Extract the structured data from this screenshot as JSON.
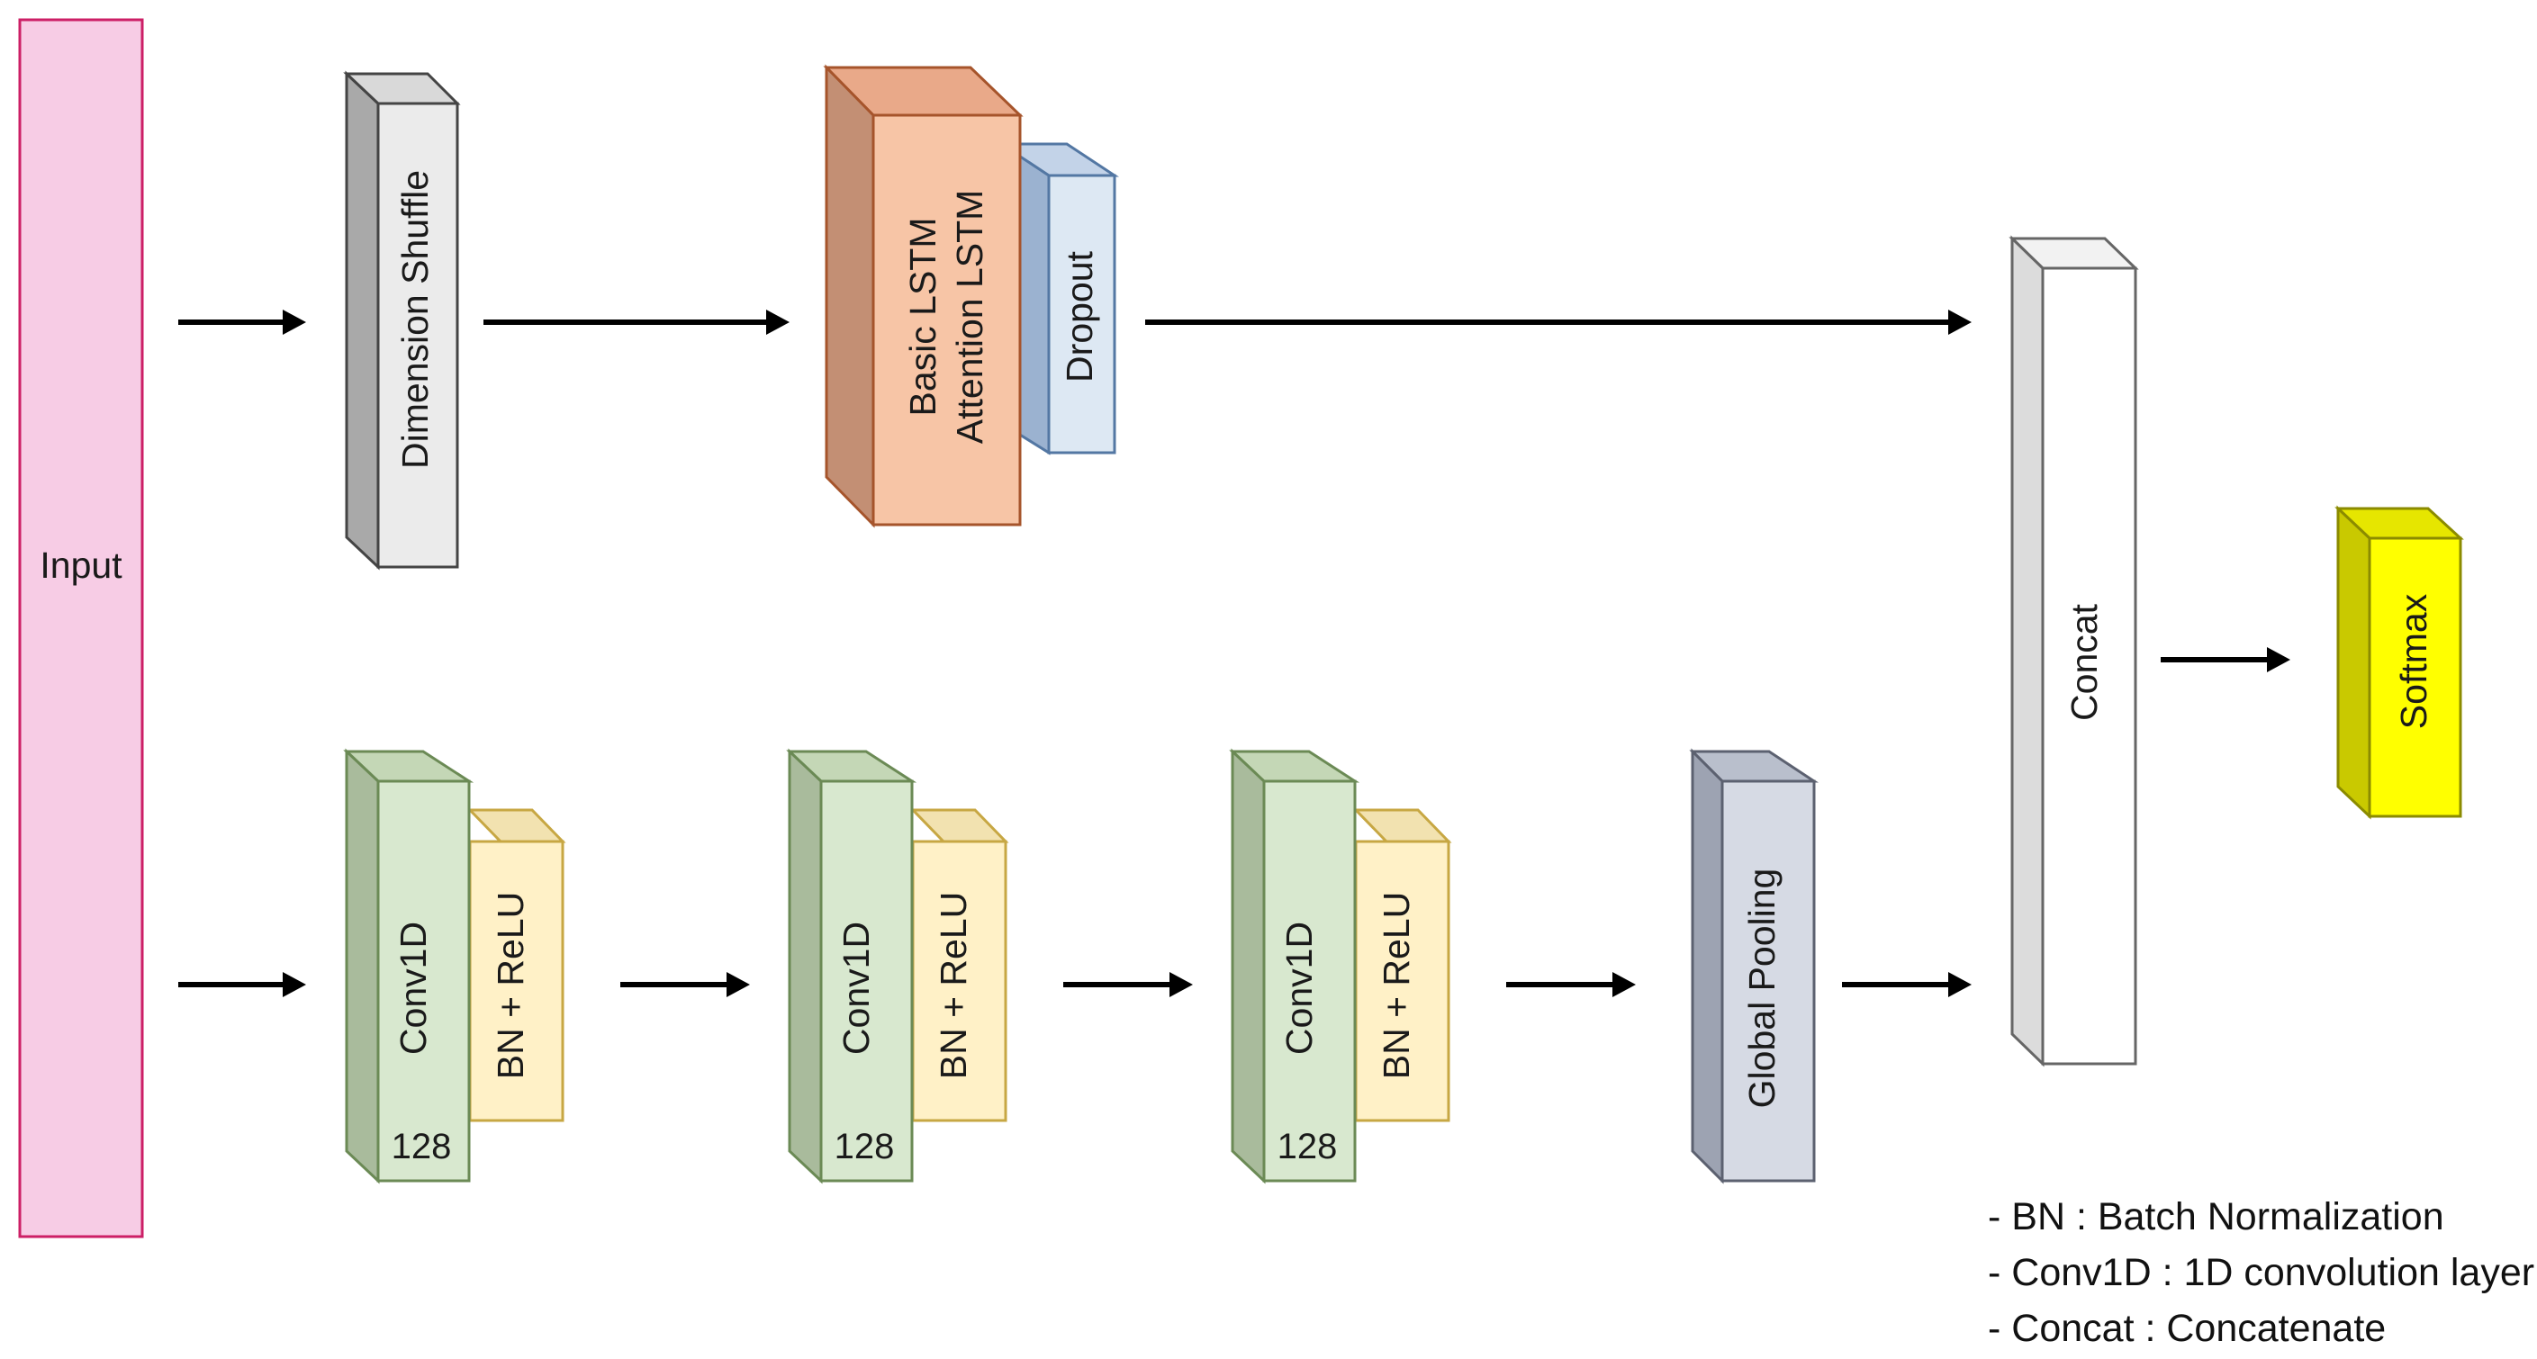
{
  "blocks": {
    "input": {
      "label": "Input",
      "color": "#f7cce5",
      "border": "#cc1f66"
    },
    "dimension_shuffle": {
      "label": "Dimension Shuffle",
      "color": "#ebebeb",
      "border": "#444444"
    },
    "basic_lstm": {
      "line1": "Basic LSTM",
      "line2": "Attention LSTM",
      "color": "#f7c5a6",
      "border": "#a6542b"
    },
    "dropout": {
      "label": "Dropout",
      "color": "#dde8f3",
      "border": "#5377a3"
    },
    "concat": {
      "label": "Concat",
      "color": "#ffffff",
      "border": "#666666"
    },
    "softmax": {
      "label": "Softmax",
      "color": "#ffff00",
      "border": "#8b8b00"
    },
    "conv_1": {
      "label": "Conv1D",
      "filters": "128",
      "color": "#d8e8cf",
      "border": "#6b8a55"
    },
    "bn_1": {
      "label": "BN + ReLU",
      "color": "#fff1c7",
      "border": "#c7a743"
    },
    "conv_2": {
      "label": "Conv1D",
      "filters": "128",
      "color": "#d8e8cf",
      "border": "#6b8a55"
    },
    "bn_2": {
      "label": "BN + ReLU",
      "color": "#fff1c7",
      "border": "#c7a743"
    },
    "conv_3": {
      "label": "Conv1D",
      "filters": "128",
      "color": "#d8e8cf",
      "border": "#6b8a55"
    },
    "bn_3": {
      "label": "BN + ReLU",
      "color": "#fff1c7",
      "border": "#c7a743"
    },
    "global_pooling": {
      "label": "Global Pooling",
      "color": "#d6dae4",
      "border": "#5c6170"
    }
  },
  "legend": [
    "- BN : Batch Normalization",
    "- Conv1D : 1D convolution layer",
    "- Concat : Concatenate"
  ]
}
